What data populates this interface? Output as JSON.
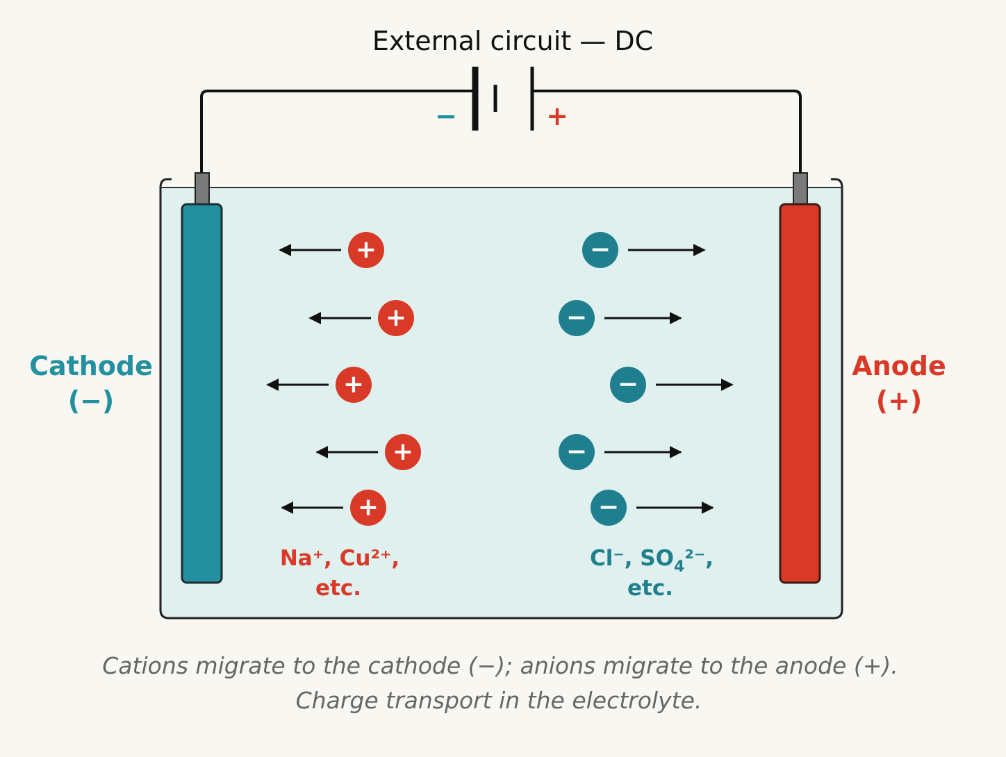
{
  "circuit": {
    "title": "External circuit — DC",
    "battery_minus": "−",
    "battery_plus": "+"
  },
  "cathode": {
    "label": "Cathode",
    "sign": "(−)",
    "color": "#22909f"
  },
  "anode": {
    "label": "Anode",
    "sign": "(+)",
    "color": "#d93a28"
  },
  "cations": {
    "symbol": "+",
    "color": "#d93a28",
    "direction": "left",
    "count": 5,
    "label_line1": "Na⁺, Cu²⁺,",
    "label_line2": "etc."
  },
  "anions": {
    "symbol": "−",
    "color": "#1f7f8e",
    "direction": "right",
    "count": 5,
    "label_pre": "Cl⁻, SO",
    "label_sub": "4",
    "label_post": "²⁻,",
    "label_line2": "etc."
  },
  "electrolyte_color": "#dff0ee",
  "caption": {
    "line1": "Cations migrate to the cathode (−); anions migrate to the anode (+).",
    "line2": "Charge transport in the electrolyte."
  }
}
